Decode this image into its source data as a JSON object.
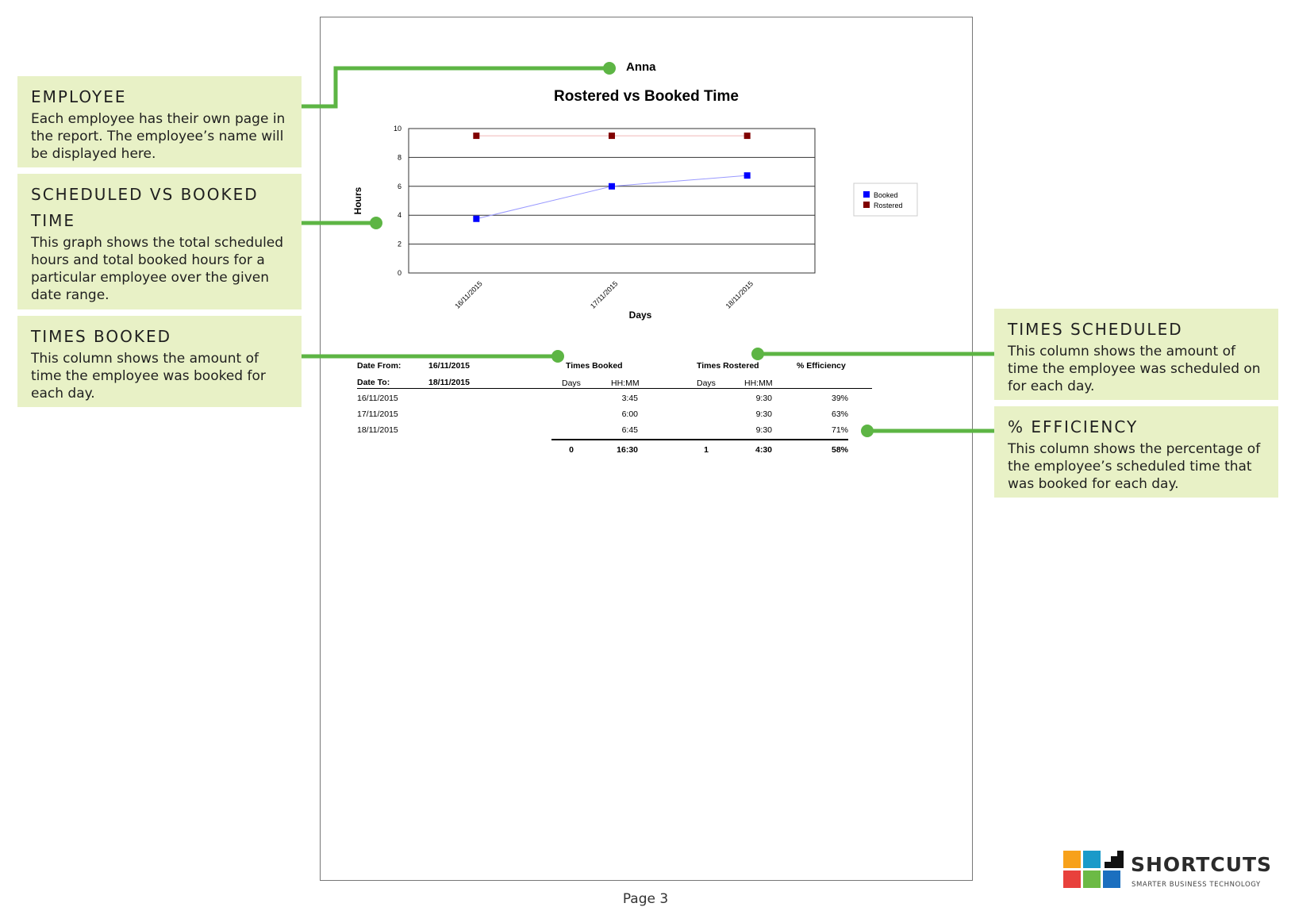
{
  "callouts": {
    "employee": {
      "title": "EMPLOYEE",
      "body": "Each employee has their own page in the report. The employee’s name will be displayed here."
    },
    "scheduled_vs_booked": {
      "title": "SCHEDULED VS BOOKED TIME",
      "body": "This graph shows the total scheduled hours and total booked hours for a particular employee over the given date range."
    },
    "times_booked": {
      "title": "TIMES BOOKED",
      "body": "This column shows the amount of time the employee was booked for each day."
    },
    "times_scheduled": {
      "title": "TIMES SCHEDULED",
      "body": "This column shows the amount of time the employee was scheduled on for each day."
    },
    "efficiency": {
      "title": "% EFFICIENCY",
      "body": "This column shows the percentage of the employee’s scheduled time that was booked for each day."
    }
  },
  "report": {
    "employee_name": "Anna",
    "date_from_label": "Date From:",
    "date_from": "16/11/2015",
    "date_to_label": "Date To:",
    "date_to": "18/11/2015",
    "headers": {
      "times_booked": "Times Booked",
      "times_rostered": "Times Rostered",
      "efficiency": "% Efficiency",
      "days": "Days",
      "hhmm": "HH:MM"
    },
    "rows": [
      {
        "date": "16/11/2015",
        "booked": "3:45",
        "rostered": "9:30",
        "efficiency": "39%"
      },
      {
        "date": "17/11/2015",
        "booked": "6:00",
        "rostered": "9:30",
        "efficiency": "63%"
      },
      {
        "date": "18/11/2015",
        "booked": "6:45",
        "rostered": "9:30",
        "efficiency": "71%"
      }
    ],
    "totals": {
      "booked_days": "0",
      "booked_hhmm": "16:30",
      "rostered_days": "1",
      "rostered_hhmm": "4:30",
      "efficiency": "58%"
    }
  },
  "page_label": "Page 3",
  "logo": {
    "wordmark": "SHORTCUTS",
    "tagline": "SMARTER BUSINESS TECHNOLOGY",
    "colors": [
      "#f7a11a",
      "#1a9ac9",
      "#e8413c",
      "#6cba45",
      "#1b6fbf"
    ]
  },
  "colors": {
    "accent_green": "#5db544",
    "callout_bg": "#e8f1c6",
    "booked": "#0000ff",
    "rostered": "#800000"
  },
  "chart_data": {
    "type": "line",
    "title": "Rostered vs Booked Time",
    "xlabel": "Days",
    "ylabel": "Hours",
    "categories": [
      "16/11/2015",
      "17/11/2015",
      "18/11/2015"
    ],
    "ylim": [
      0,
      10
    ],
    "yticks": [
      0,
      2,
      4,
      6,
      8,
      10
    ],
    "grid": true,
    "legend_position": "right",
    "series": [
      {
        "name": "Booked",
        "values": [
          3.75,
          6.0,
          6.75
        ],
        "color": "#0000ff"
      },
      {
        "name": "Rostered",
        "values": [
          9.5,
          9.5,
          9.5
        ],
        "color": "#800000"
      }
    ]
  }
}
